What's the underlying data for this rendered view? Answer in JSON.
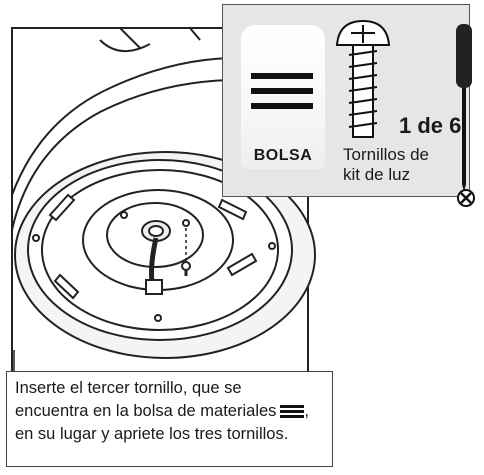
{
  "callout": {
    "bag_label": "BOLSA",
    "screw_caption_line1": "Tornillos de",
    "screw_caption_line2": "kit de luz",
    "count": "1 de 6"
  },
  "instruction": {
    "line1": "Inserte el tercer tornillo, que se",
    "line2": "encuentra en la bolsa de materiales",
    "line2_suffix": ",",
    "line3": "en su lugar y apriete los tres tornillos."
  },
  "icons": [
    "screw-icon",
    "screwdriver-icon",
    "phillips-head-icon",
    "bag-bars-icon"
  ]
}
